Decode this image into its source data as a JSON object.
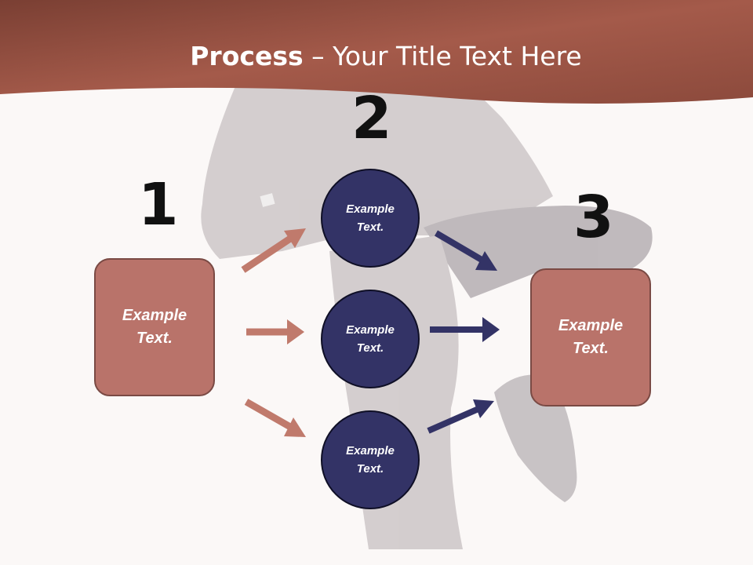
{
  "title": {
    "bold": "Process",
    "rest": " – Your Title Text Here"
  },
  "colors": {
    "header": "#a45a4a",
    "box": "#b9736a",
    "circle": "#333366",
    "arrow_left": "#c07a6c",
    "arrow_right": "#333366"
  },
  "steps": {
    "one": "1",
    "two": "2",
    "three": "3"
  },
  "left_box": {
    "text": "Example\nText."
  },
  "right_box": {
    "text": "Example\nText."
  },
  "circles": [
    {
      "text": "Example\nText."
    },
    {
      "text": "Example\nText."
    },
    {
      "text": "Example\nText."
    }
  ]
}
